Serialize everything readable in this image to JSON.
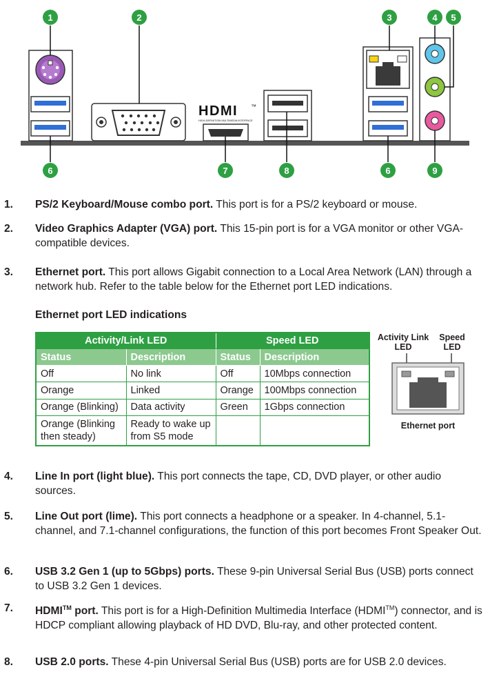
{
  "diagram": {
    "hdmi_logo": "HDMI",
    "hdmi_tm": "™",
    "hdmi_tagline": "HIGH-DEFINITION MULTIMEDIA INTERFACE",
    "callouts_top": [
      "1",
      "2",
      "3",
      "4",
      "5"
    ],
    "callouts_bottom": [
      "6",
      "7",
      "8",
      "6",
      "9"
    ],
    "colors": {
      "callout_green": "#2ea043",
      "ps2_purple": "#9b59b6",
      "usb3_blue": "#2f6fd6",
      "line_in_blue": "#5fc6ea",
      "line_out_lime": "#8ec63f",
      "mic_pink": "#e85aa0",
      "led_yellow": "#f7d417"
    }
  },
  "items": [
    {
      "num": "1.",
      "bold": "PS/2 Keyboard/Mouse combo port.",
      "text": " This port is for a PS/2 keyboard or mouse."
    },
    {
      "num": "2.",
      "bold": "Video Graphics Adapter (VGA) port.",
      "text": " This 15-pin port is for a VGA monitor or other VGA-compatible devices."
    },
    {
      "num": "3.",
      "bold": "Ethernet port.",
      "text": " This port allows Gigabit connection to a Local Area Network (LAN) through a network hub. Refer to the table below for the Ethernet port LED indications."
    },
    {
      "num": "4.",
      "bold": "Line In port (light blue).",
      "text": " This port connects the tape, CD, DVD player, or other audio sources."
    },
    {
      "num": "5.",
      "bold": "Line Out port (lime).",
      "text": " This port connects a headphone or a speaker. In 4-channel, 5.1-channel, and 7.1-channel configurations, the function of this port becomes Front Speaker Out."
    },
    {
      "num": "6.",
      "bold": "USB 3.2 Gen 1 (up to 5Gbps) ports.",
      "text": " These 9-pin Universal Serial Bus (USB) ports connect to USB 3.2 Gen 1 devices."
    },
    {
      "num": "7.",
      "bold_a": "HDMI",
      "bold_sup": "TM",
      "bold_b": " port.",
      "text_a": " This port is for a High-Definition Multimedia Interface (HDMI",
      "text_sup": "TM",
      "text_b": ") connector, and is HDCP compliant allowing playback of HD DVD, Blu-ray, and other protected content."
    },
    {
      "num": "8.",
      "bold": "USB 2.0 ports.",
      "text": " These 4-pin Universal Serial Bus (USB) ports are for USB 2.0 devices."
    }
  ],
  "led_section": {
    "title": "Ethernet port LED indications",
    "group_headers": [
      "Activity/Link LED",
      "Speed LED"
    ],
    "col_headers": [
      "Status",
      "Description",
      "Status",
      "Description"
    ],
    "rows": [
      [
        "Off",
        "No link",
        "Off",
        "10Mbps connection"
      ],
      [
        "Orange",
        "Linked",
        "Orange",
        "100Mbps connection"
      ],
      [
        "Orange (Blinking)",
        "Data activity",
        "Green",
        "1Gbps connection"
      ],
      [
        "Orange (Blinking then steady)",
        "Ready to wake up from S5 mode",
        "",
        ""
      ]
    ],
    "port_figure": {
      "activity_label": "Activity Link LED",
      "speed_label": "Speed LED",
      "caption": "Ethernet port"
    }
  }
}
